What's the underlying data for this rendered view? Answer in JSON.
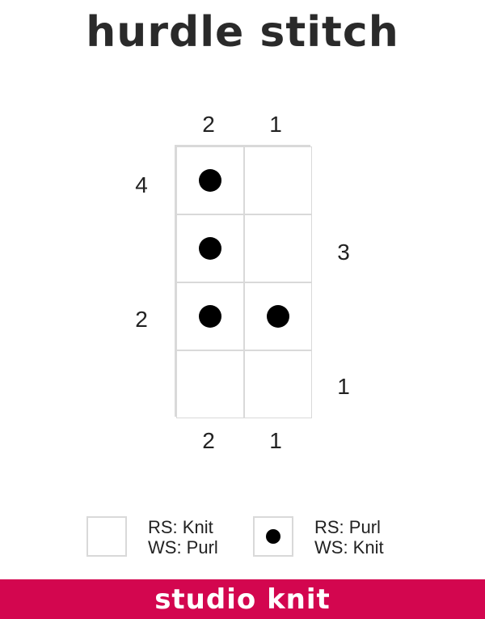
{
  "title": "hurdle stitch",
  "chart": {
    "column_numbers_top": [
      "2",
      "1"
    ],
    "column_numbers_bottom": [
      "2",
      "1"
    ],
    "row_labels_left": {
      "row4": "4",
      "row2": "2"
    },
    "row_labels_right": {
      "row3": "3",
      "row1": "1"
    },
    "grid": [
      [
        "purl",
        "knit"
      ],
      [
        "purl",
        "knit"
      ],
      [
        "purl",
        "purl"
      ],
      [
        "knit",
        "knit"
      ]
    ]
  },
  "legend": {
    "knit": {
      "line1": "RS: Knit",
      "line2": "WS: Purl",
      "symbol": "empty-square"
    },
    "purl": {
      "line1": "RS: Purl",
      "line2": "WS: Knit",
      "symbol": "dot"
    }
  },
  "footer": {
    "brand": "studio knit",
    "color": "#d3064f"
  }
}
